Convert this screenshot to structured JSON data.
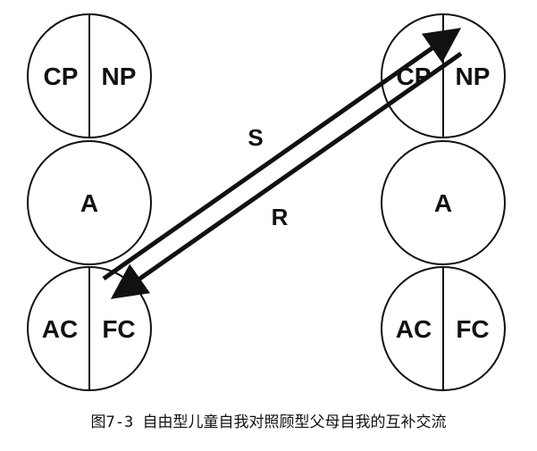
{
  "left_ego_model": {
    "parent": {
      "left_label": "CP",
      "right_label": "NP"
    },
    "adult": {
      "label": "A"
    },
    "child": {
      "left_label": "AC",
      "right_label": "FC"
    }
  },
  "right_ego_model": {
    "parent": {
      "left_label": "CP",
      "right_label": "NP"
    },
    "adult": {
      "label": "A"
    },
    "child": {
      "left_label": "AC",
      "right_label": "FC"
    }
  },
  "transactions": {
    "stimulus_label": "S",
    "response_label": "R"
  },
  "caption": "图7-3  自由型儿童自我对照顾型父母自我的互补交流"
}
